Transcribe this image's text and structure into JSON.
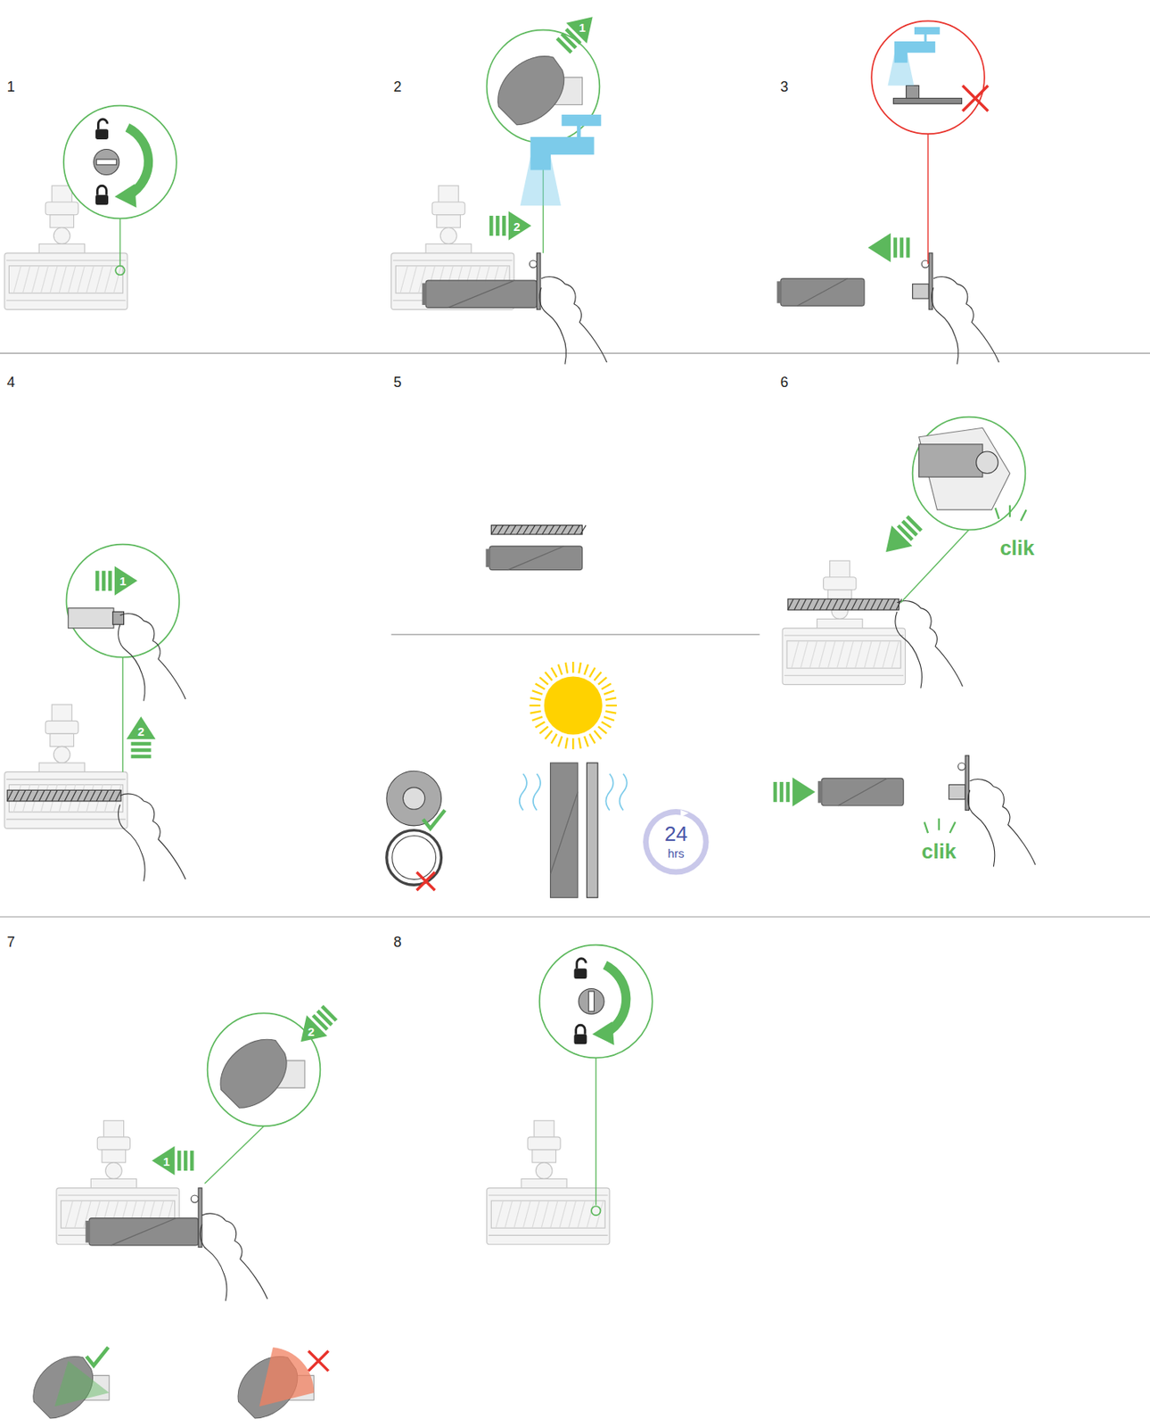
{
  "diagram": {
    "nodes": [
      {
        "text": [
          "24",
          "hrs"
        ]
      }
    ],
    "labels": [
      "1",
      "2",
      "3",
      "4",
      "5",
      "6",
      "7",
      "8",
      "1",
      "2",
      "1",
      "2",
      "2",
      "1",
      "clik",
      "clik"
    ]
  }
}
